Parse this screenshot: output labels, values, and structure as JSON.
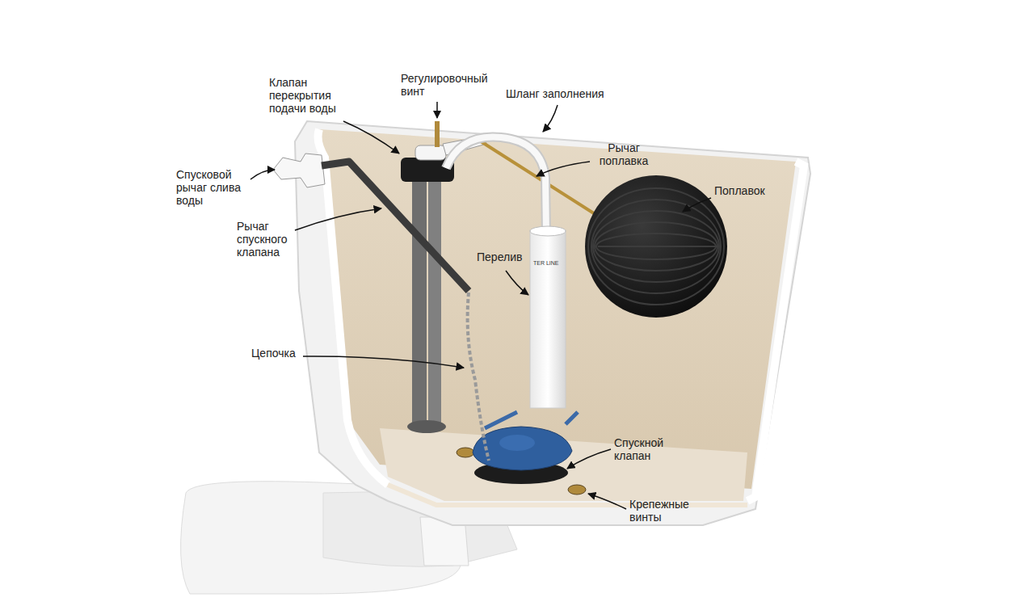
{
  "diagram": {
    "labels": [
      "Клапан перекрытия подачи воды",
      "Регулировочный винт",
      "Шланг заполнения",
      "Спусковой рычаг слива воды",
      "Рычаг поплавка",
      "Поплавок",
      "Рычаг спускного клапана",
      "Перелив",
      "Цепочка",
      "Спускной клапан",
      "Крепежные винты",
      "TER LINE"
    ]
  }
}
